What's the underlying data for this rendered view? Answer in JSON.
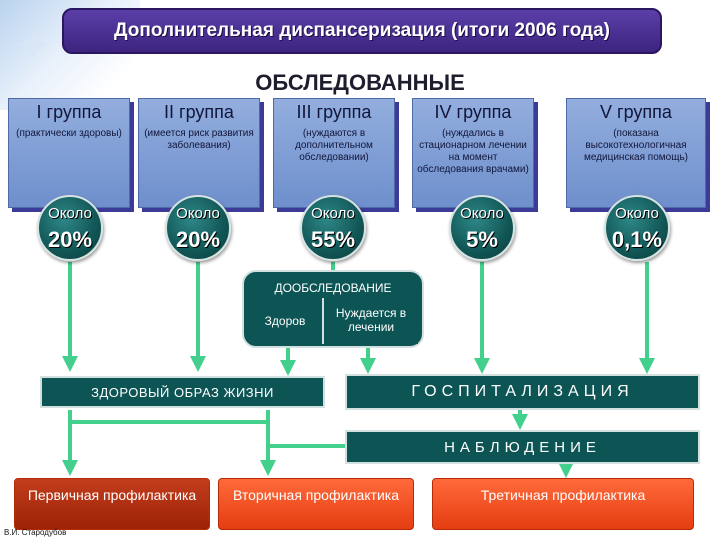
{
  "header": {
    "title": "Дополнительная диспансеризация (итоги 2006 года)"
  },
  "subtitle": "ОБСЛЕДОВАННЫЕ",
  "groups": [
    {
      "name": "I группа",
      "desc": "(практически здоровы)",
      "prefix": "Около",
      "percent": "20%"
    },
    {
      "name": "II группа",
      "desc": "(имеется риск развития заболевания)",
      "prefix": "Около",
      "percent": "20%"
    },
    {
      "name": "III группа",
      "desc": "(нуждаются в дополнительном обследовании)",
      "prefix": "Около",
      "percent": "55%"
    },
    {
      "name": "IV группа",
      "desc": "(нуждались в стационарном лечении на момент обследования врачами)",
      "prefix": "Около",
      "percent": "5%"
    },
    {
      "name": "V группа",
      "desc": "(показана высокотехнологичная медицинская помощь)",
      "prefix": "Около",
      "percent": "0,1%"
    }
  ],
  "dooobsledovanie": {
    "title": "ДООБСЛЕДОВАНИЕ",
    "healthy": "Здоров",
    "need_treatment": "Нуждается в лечении"
  },
  "outcomes": {
    "healthy_lifestyle": "ЗДОРОВЫЙ ОБРАЗ ЖИЗНИ",
    "hospitalization": "ГОСПИТАЛИЗАЦИЯ",
    "observation": "НАБЛЮДЕНИЕ"
  },
  "prevention": {
    "primary": "Первичная профилактика",
    "secondary": "Вторичная профилактика",
    "tertiary": "Третичная профилактика"
  },
  "author": "В.И. Стародубов",
  "colors": {
    "title_bg": "#4a2f93",
    "group_box": "#7f9dd6",
    "dark_teal": "#0d5454",
    "arrow": "#42d08c",
    "orange": "#f04e1e"
  }
}
